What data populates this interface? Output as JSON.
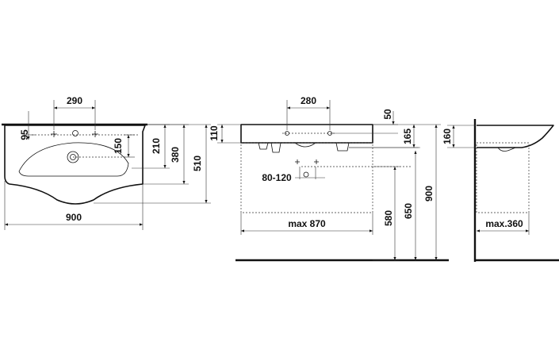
{
  "front_view": {
    "tap_spacing": "290",
    "top_offset": "95",
    "depth_150": "150",
    "depth_210": "210",
    "depth_380": "380",
    "depth_510": "510",
    "width": "900"
  },
  "side_view": {
    "tap_spacing": "280",
    "rim_50": "50",
    "height_110": "110",
    "height_165": "165",
    "drain_range": "80-120",
    "max_width": "max 870",
    "height_580": "580",
    "height_650": "650",
    "height_900": "900"
  },
  "profile_view": {
    "height_160": "160",
    "max_depth": "max.360"
  }
}
